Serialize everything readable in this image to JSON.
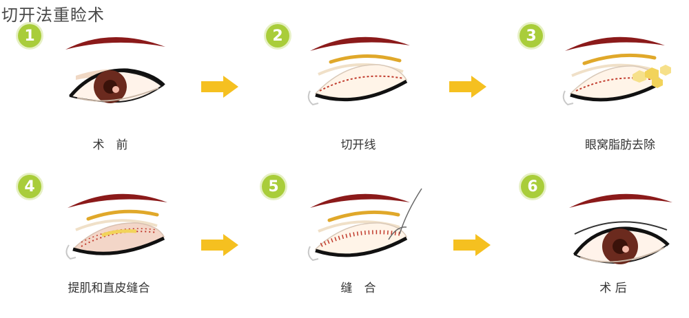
{
  "title": "切开法重睑术",
  "colors": {
    "badge": "#a9cd3a",
    "arrow": "#f5c020",
    "brow": "#8b1a1a",
    "fold_line": "#e0a82a",
    "incision": "#c0392b",
    "iris": "#6b2a1e"
  },
  "steps": [
    {
      "number": "1",
      "caption": "术　前"
    },
    {
      "number": "2",
      "caption": "切开线"
    },
    {
      "number": "3",
      "caption": "眼窝脂肪去除"
    },
    {
      "number": "4",
      "caption": "提肌和直皮缝合"
    },
    {
      "number": "5",
      "caption": "缝　合"
    },
    {
      "number": "6",
      "caption": "术 后"
    }
  ]
}
